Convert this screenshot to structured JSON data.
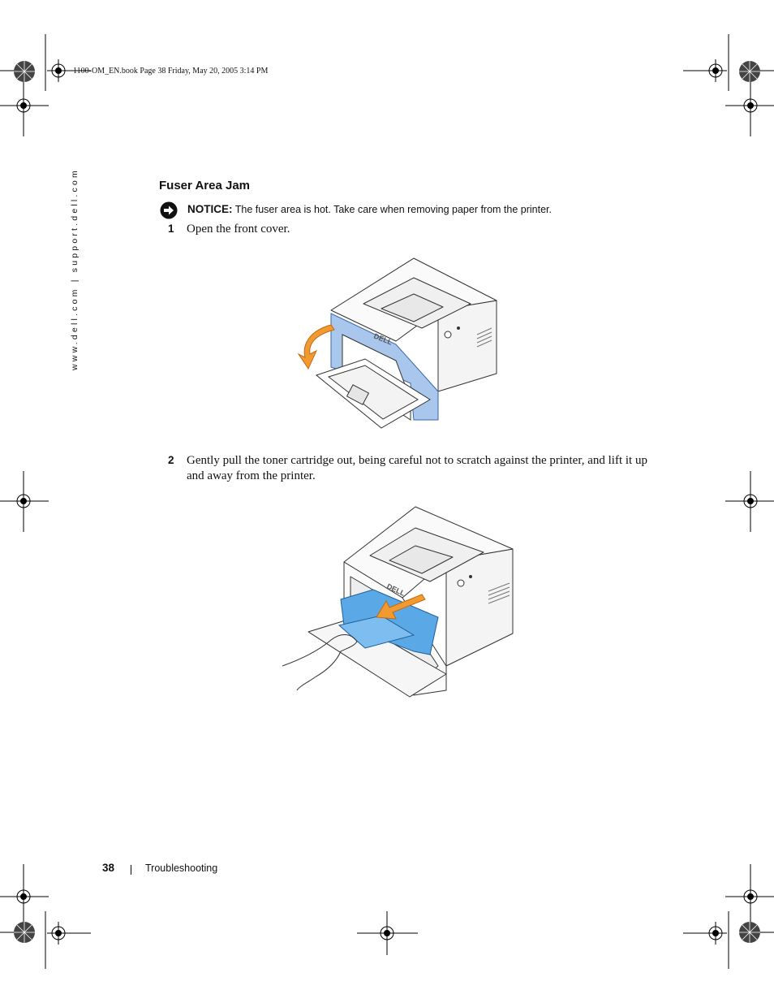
{
  "book_line": "1100-OM_EN.book  Page 38  Friday, May 20, 2005  3:14 PM",
  "side_url": "www.dell.com | support.dell.com",
  "section_title": "Fuser Area Jam",
  "notice": {
    "label": "NOTICE:",
    "text": " The fuser area is hot. Take care when removing paper from the printer.",
    "icon": "notice-arrow-icon"
  },
  "steps": [
    {
      "number": "1",
      "text": "Open the front cover."
    },
    {
      "number": "2",
      "text": "Gently pull the toner cartridge out, being careful not to scratch against the printer, and lift it up and away from the printer."
    }
  ],
  "figures": [
    {
      "icon": "printer-front-cover-open-illustration",
      "brand": "DELL"
    },
    {
      "icon": "printer-toner-removal-illustration",
      "brand": "DELL"
    }
  ],
  "footer": {
    "page_number": "38",
    "section": "Troubleshooting"
  },
  "colors": {
    "accent_blue": "#a9c6ec",
    "outline": "#333333",
    "toner_blue": "#5aa9e6"
  }
}
